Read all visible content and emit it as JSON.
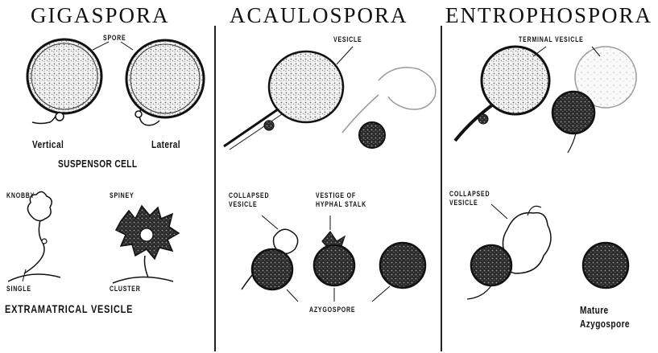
{
  "columns": {
    "gigaspora": {
      "title": "GIGASPORA",
      "spore_label": "SPORE",
      "vertical_label": "Vertical",
      "lateral_label": "Lateral",
      "suspensor_label": "SUSPENSOR CELL",
      "knobby_label": "KNOBBY",
      "spiney_label": "SPINEY",
      "single_label": "SINGLE",
      "cluster_label": "CLUSTER",
      "extramatrical_label": "EXTRAMATRICAL VESICLE"
    },
    "acaulospora": {
      "title": "ACAULOSPORA",
      "vesicle_label": "VESICLE",
      "collapsed_label_1": "COLLAPSED",
      "collapsed_label_2": "VESICLE",
      "vestige_label_1": "VESTIGE OF",
      "vestige_label_2": "HYPHAL STALK",
      "azygospore_label": "AZYGOSPORE"
    },
    "entrophospora": {
      "title": "ENTROPHOSPORA",
      "terminal_label": "TERMINAL VESICLE",
      "collapsed_label_1": "COLLAPSED",
      "collapsed_label_2": "VESICLE",
      "mature_label_1": "Mature",
      "mature_label_2": "Azygospore"
    }
  },
  "colors": {
    "ink": "#111111",
    "paper": "#ffffff",
    "stipple": "#555555"
  }
}
